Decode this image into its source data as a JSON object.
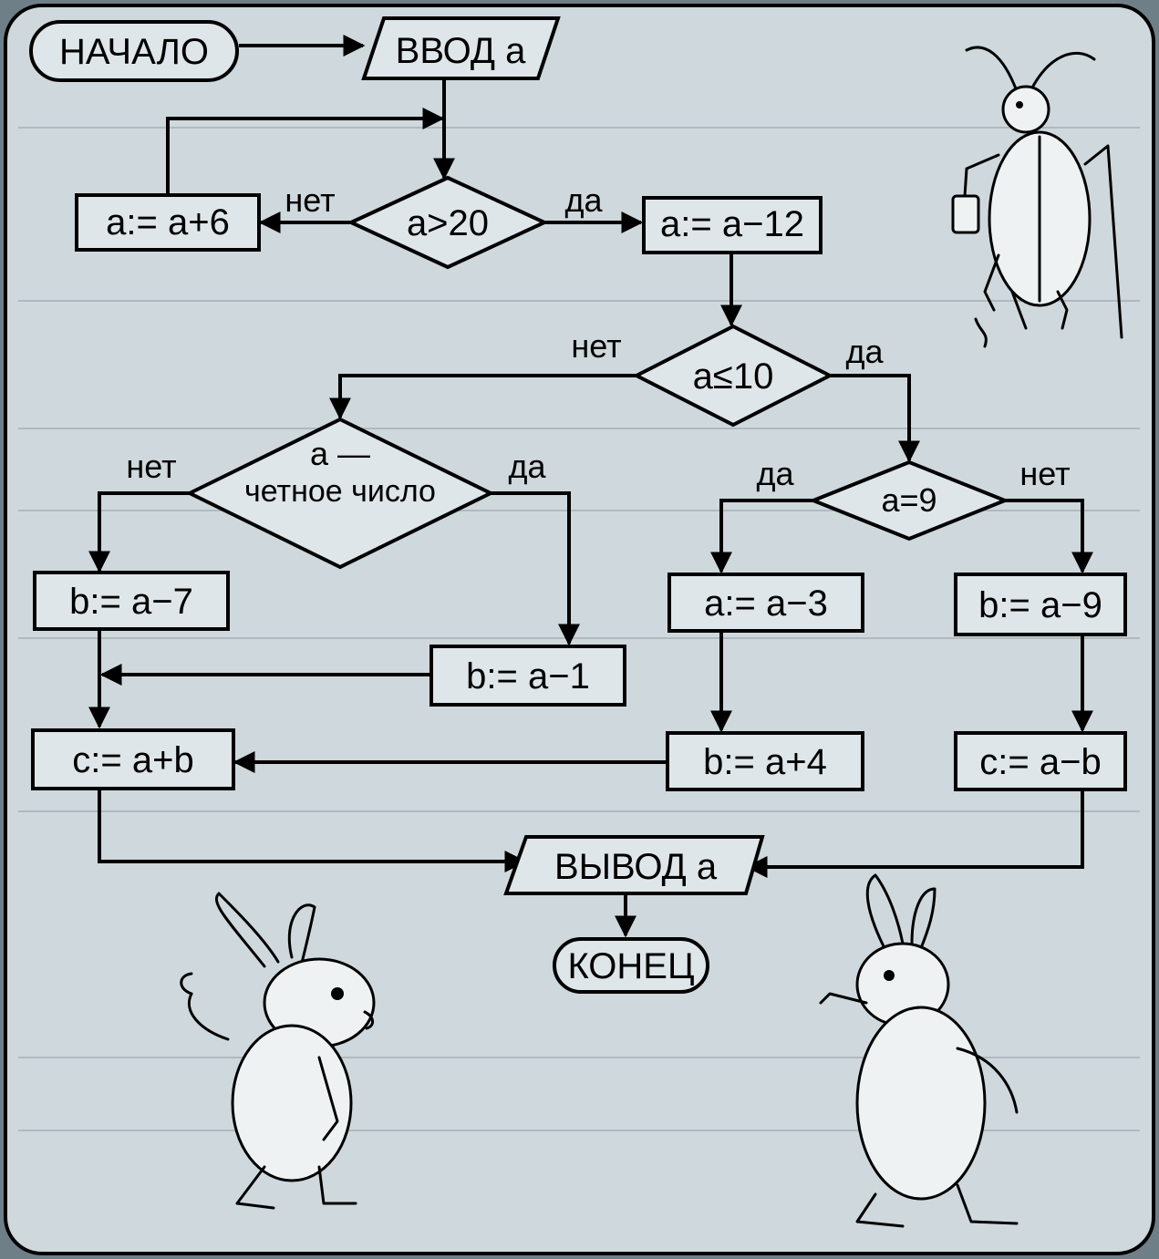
{
  "start": "НАЧАЛО",
  "input": "ВВОД a",
  "cond1": "a>20",
  "act_left1": "a:= a+6",
  "act_right1": "a:= a−12",
  "cond2": "a≤10",
  "cond3_line1": "a —",
  "cond3_line2": "четное число",
  "cond4": "a=9",
  "act_b7": "b:= a−7",
  "act_b1": "b:= a−1",
  "act_c_ab_sum": "c:= a+b",
  "act_a3": "a:= a−3",
  "act_b4": "b:= a+4",
  "act_b9": "b:= a−9",
  "act_c_ab_diff": "c:= a−b",
  "output": "ВЫВОД a",
  "end": "КОНЕЦ",
  "labels": {
    "no": "нет",
    "yes": "да"
  },
  "illustrations": [
    "beetle-with-lantern",
    "rabbit-shy",
    "rabbit-pointing"
  ]
}
